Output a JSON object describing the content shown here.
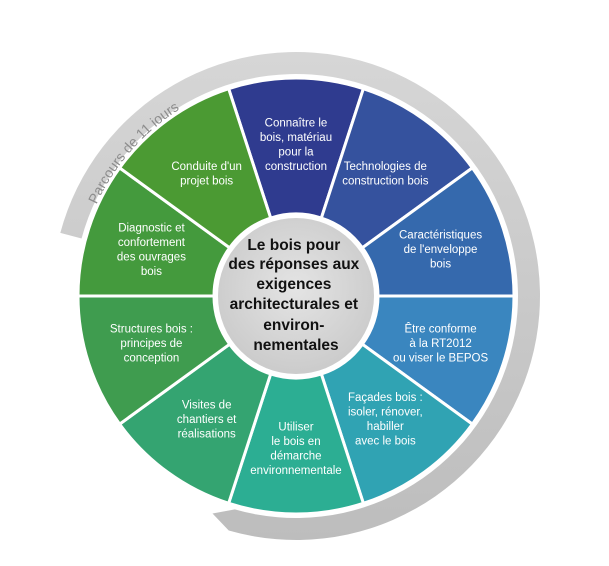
{
  "track": {
    "label": "Parcours de 11 jours"
  },
  "center": {
    "lines": [
      "Le bois pour",
      "des réponses aux",
      "exigences",
      "architecturales et",
      "environ-",
      "nementales"
    ]
  },
  "segments": [
    {
      "lines": [
        "Connaître le",
        "bois, matériau",
        "pour la",
        "construction"
      ],
      "color": "#2f3b8f"
    },
    {
      "lines": [
        "Technologies de",
        "construction bois"
      ],
      "color": "#35529e"
    },
    {
      "lines": [
        "Caractéristiques",
        "de l'enveloppe",
        "bois"
      ],
      "color": "#3569ad"
    },
    {
      "lines": [
        "Être conforme",
        "à la RT2012",
        "ou viser le BEPOS"
      ],
      "color": "#3a86bf"
    },
    {
      "lines": [
        "Façades bois :",
        "isoler, rénover,",
        "habiller",
        "avec le bois"
      ],
      "color": "#30a3b3"
    },
    {
      "lines": [
        "Utiliser",
        "le bois en",
        "démarche",
        "environnementale"
      ],
      "color": "#2cae93"
    },
    {
      "lines": [
        "Visites de",
        "chantiers et",
        "réalisations"
      ],
      "color": "#34a471"
    },
    {
      "lines": [
        "Structures bois :",
        "principes de",
        "conception"
      ],
      "color": "#3f9c4f"
    },
    {
      "lines": [
        "Diagnostic et",
        "confortement",
        "des ouvrages",
        "bois"
      ],
      "color": "#449a3d"
    },
    {
      "lines": [
        "Conduite d'un",
        "projet bois"
      ],
      "color": "#4b9a33"
    }
  ]
}
